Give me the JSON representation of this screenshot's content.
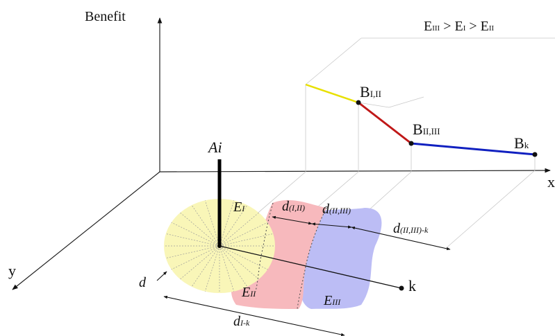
{
  "axes": {
    "benefit_label": "Benefit",
    "x_label": "x",
    "y_label": "y"
  },
  "legend": {
    "inequality": {
      "e1": "E",
      "s1": "III",
      "op1": " > ",
      "e2": "E",
      "s2": "I",
      "op2": " > ",
      "e3": "E",
      "s3": "II"
    }
  },
  "points": {
    "ai": "Ai",
    "b_i_ii": {
      "base": "B",
      "sub": "I,II"
    },
    "b_ii_iii": {
      "base": "B",
      "sub": "II,III"
    },
    "b_k": {
      "base": "B",
      "sub": "k"
    },
    "k": "k"
  },
  "regions": {
    "e_i": {
      "base": "E",
      "sub": "I",
      "fill": "#f9f6b8"
    },
    "e_ii": {
      "base": "E",
      "sub": "II",
      "fill": "#f7b9bd"
    },
    "e_iii": {
      "base": "E",
      "sub": "III",
      "fill": "#bcbdf5"
    }
  },
  "distances": {
    "d": "d",
    "d_i_ii": {
      "base": "d",
      "sub": "(I,II)"
    },
    "d_ii_iii": {
      "base": "d",
      "sub": "(II,III)"
    },
    "d_ii_iii_k": {
      "base": "d",
      "sub": "(II,III)-k"
    },
    "d_i_k": {
      "base": "d",
      "sub": "I-k"
    }
  },
  "segment_colors": {
    "first": "#e8e000",
    "second": "#c01818",
    "third": "#1020c0"
  }
}
